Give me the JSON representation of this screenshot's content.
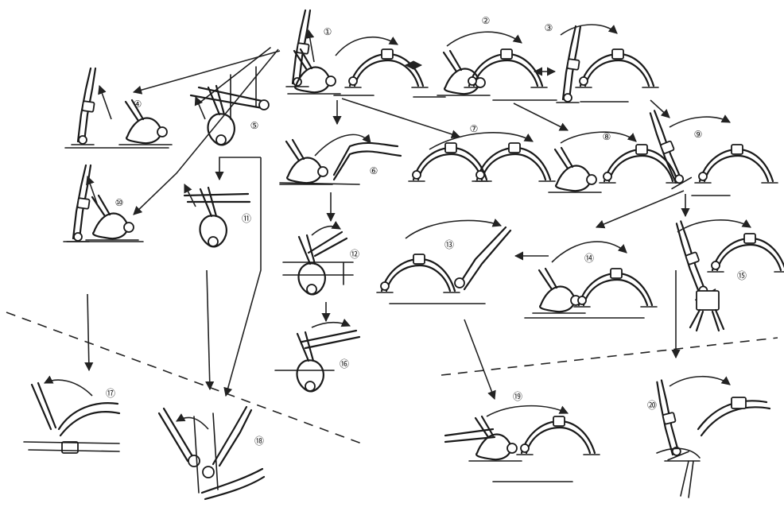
{
  "figure": {
    "labels": [
      "①",
      "②",
      "③",
      "④",
      "⑤",
      "⑥",
      "⑦",
      "⑧",
      "⑨",
      "⑩",
      "⑪",
      "⑫",
      "⑬",
      "⑭",
      "⑮",
      "⑯",
      "⑰",
      "⑱",
      "⑲",
      "⑳"
    ]
  },
  "icons": {
    "gymnast": "gymnast-figure-icon",
    "arrow": "motion-arc-arrow-icon"
  }
}
